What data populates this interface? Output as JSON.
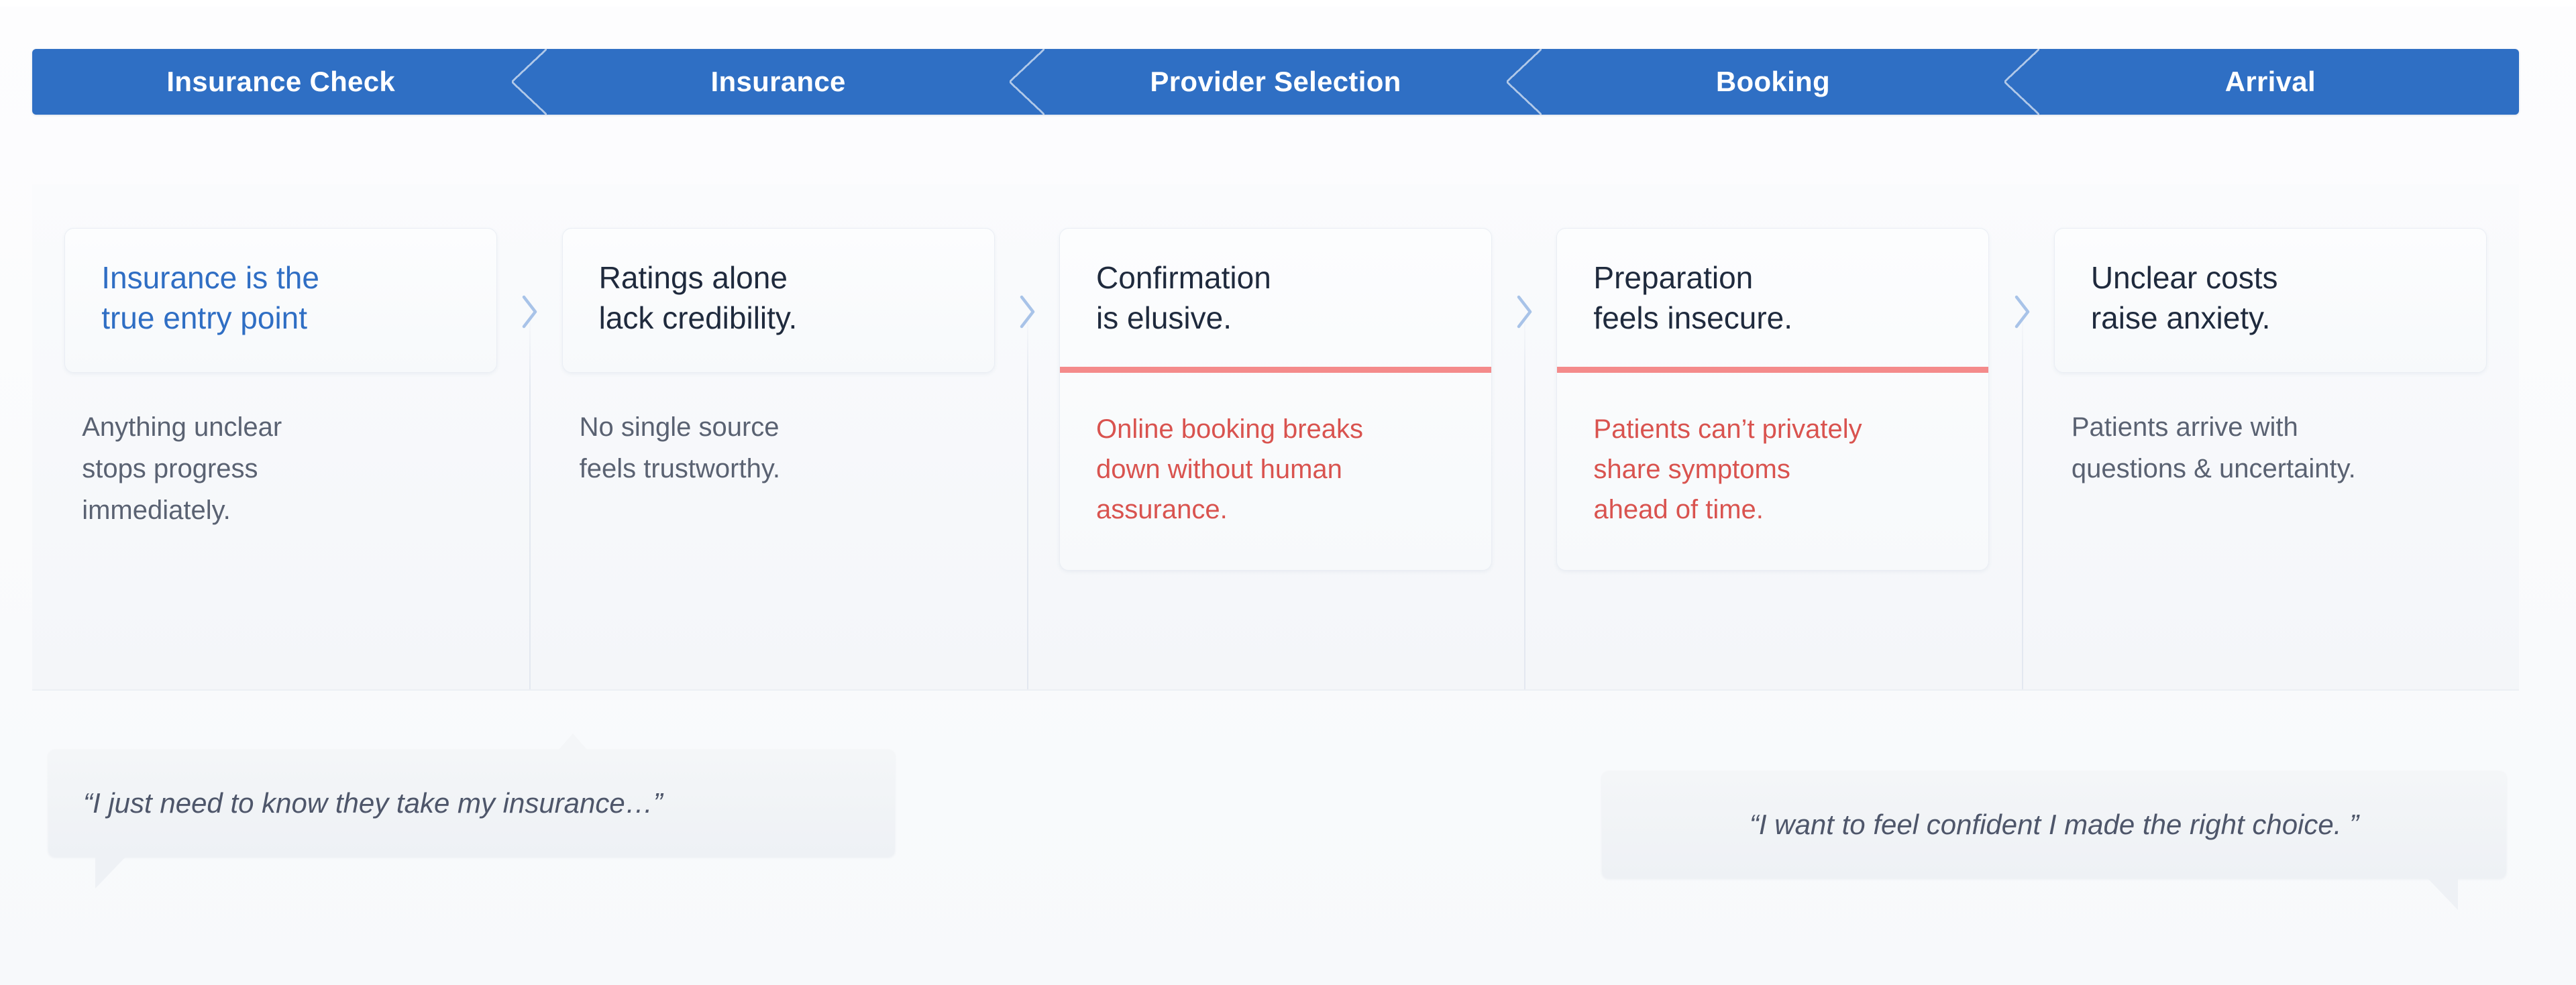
{
  "colors": {
    "stage_bar_blue": "#2f6fc4",
    "accent_blue": "#2f6ec4",
    "alert_red": "#d9534f",
    "rule_red": "#f48b8b",
    "body_text_gray": "#5a6272",
    "title_dark": "#1f2a3d",
    "page_background": "#fbfcfd",
    "chevron_blue": "#a8c3e8"
  },
  "stages": [
    {
      "label": "Insurance Check"
    },
    {
      "label": "Insurance"
    },
    {
      "label": "Provider Selection"
    },
    {
      "label": "Booking"
    },
    {
      "label": "Arrival"
    }
  ],
  "columns": [
    {
      "card_title": "Insurance is the\ntrue entry point",
      "title_style": "accent",
      "has_rule": false,
      "body_text": "Anything unclear\nstops progress\nimmediately.",
      "body_style": "gray",
      "body_inside_card": false
    },
    {
      "card_title": "Ratings alone\nlack credibility.",
      "title_style": "dark",
      "has_rule": false,
      "body_text": "No single source\nfeels trustworthy.",
      "body_style": "gray",
      "body_inside_card": false
    },
    {
      "card_title": "Confirmation\nis elusive.",
      "title_style": "dark",
      "has_rule": true,
      "body_text": "Online booking breaks\ndown without human\nassurance.",
      "body_style": "red",
      "body_inside_card": true
    },
    {
      "card_title": "Preparation\nfeels insecure.",
      "title_style": "dark",
      "has_rule": true,
      "body_text": "Patients can’t privately\nshare symptoms\nahead of time.",
      "body_style": "red",
      "body_inside_card": true
    },
    {
      "card_title": "Unclear costs\nraise anxiety.",
      "title_style": "dark",
      "has_rule": false,
      "body_text": "Patients arrive with\nquestions & uncertainty.",
      "body_style": "gray",
      "body_inside_card": false
    }
  ],
  "quotes": {
    "left": "“I just need to know they take my insurance…”",
    "right": "“I want to feel confident I made the right choice. ”"
  }
}
